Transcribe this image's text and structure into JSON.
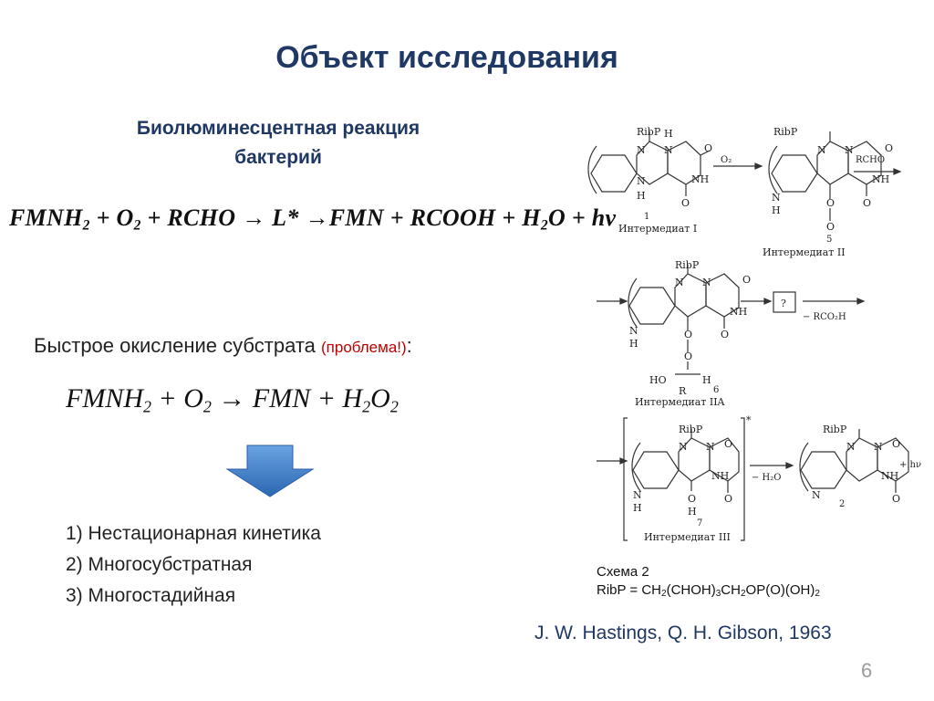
{
  "slide": {
    "title": "Объект исследования",
    "subtitle_line1": "Биолюминесцентная реакция",
    "subtitle_line2": "бактерий",
    "oxidation_text": "Быстрое окисление субстрата",
    "oxidation_problem": "(проблема!)",
    "oxidation_colon": ":",
    "list": [
      "1)  Нестационарная кинетика",
      "2)  Многосубстратная",
      "3)  Многостадийная"
    ],
    "caption_line1": "Схема 2",
    "caption_ribp_prefix": "RibP = CH",
    "caption_sub1": "2",
    "caption_mid1": "(CHOH)",
    "caption_sub2": "3",
    "caption_mid2": "CH",
    "caption_sub3": "2",
    "caption_mid3": "OP(O)(OH)",
    "caption_sub4": "2",
    "citation": "J. W. Hastings, Q. H. Gibson, 1963",
    "page_number": "6"
  },
  "equation1": {
    "p1": "FMNH",
    "s1": "2",
    "p2": " + O",
    "s2": "2",
    "p3": " + RCHO  → L*  →FMN + RCOOH + H",
    "s3": "2",
    "p4": "O + hν"
  },
  "equation2": {
    "p1": "FMNH",
    "s1": "2",
    "p2": " + O",
    "s2": "2",
    "p3": " → FMN + H",
    "s3": "2",
    "p4": "O",
    "s4": "2"
  },
  "scheme": {
    "ribp": "RibP",
    "h": "H",
    "n": "N",
    "nh": "NH",
    "o": "O",
    "oh": "OH",
    "ho": "HO",
    "r": "R",
    "o2_reagent": "O₂",
    "rcho_reagent": "RCHO",
    "rco2h_loss": "− RCO₂H",
    "h2o_loss": "− H₂O",
    "light": "+ hν",
    "unknown": "?",
    "star": "*",
    "num1": "1",
    "num5": "5",
    "num6": "6",
    "num7": "7",
    "num2": "2",
    "int1": "Интермедиат I",
    "int2": "Интермедиат II",
    "int2a": "Интермедиат IIA",
    "int3": "Интермедиат III"
  },
  "colors": {
    "title": "#1f3864",
    "problem": "#c00000",
    "arrow_top": "#6aa3e0",
    "arrow_bottom": "#2b66b3",
    "page_number": "#9a9a9a"
  }
}
